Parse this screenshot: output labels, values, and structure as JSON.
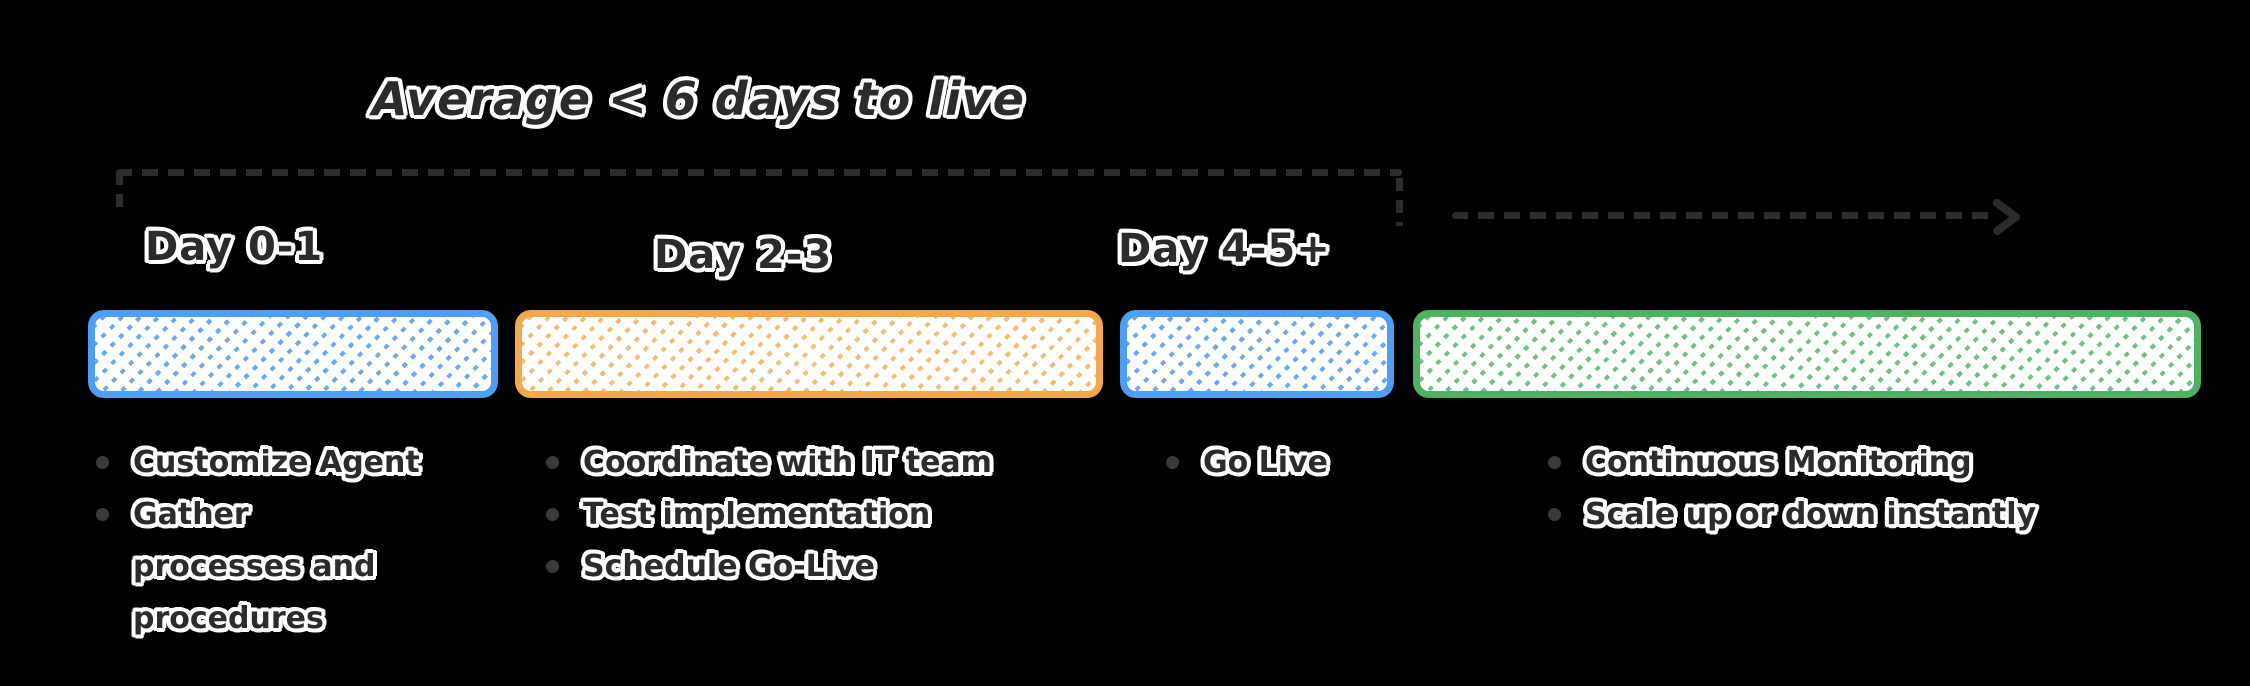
{
  "title": {
    "text": "Average < 6 days to live"
  },
  "bracket": {
    "spans_phases": "Day 0-1 through Day 4-5+",
    "style": "dashed"
  },
  "continuation_arrow": {
    "style": "dashed",
    "direction": "right"
  },
  "phases": [
    {
      "label": "Day 0-1",
      "bar_color": "#4d9ff3",
      "items": [
        "Customize Agent",
        "Gather processes and procedures"
      ]
    },
    {
      "label": "Day 2-3",
      "bar_color": "#f2a94b",
      "items": [
        "Coordinate with IT team",
        "Test implementation",
        "Schedule Go-Live"
      ]
    },
    {
      "label": "Day 4-5+",
      "bar_color": "#4d9ff3",
      "items": [
        "Go Live"
      ]
    },
    {
      "label": "",
      "bar_color": "#4fb163",
      "items": [
        "Continuous Monitoring",
        "Scale up or down instantly"
      ]
    }
  ],
  "colors": {
    "background": "#000000",
    "ink": "#2b2b2b",
    "halo": "#ffffff",
    "blue": "#4d9ff3",
    "orange": "#f2a94b",
    "green": "#4fb163",
    "bar_fill": "#ffffff",
    "bullet_dot": "#3a3a3a",
    "dash": "#2c2c2c"
  }
}
